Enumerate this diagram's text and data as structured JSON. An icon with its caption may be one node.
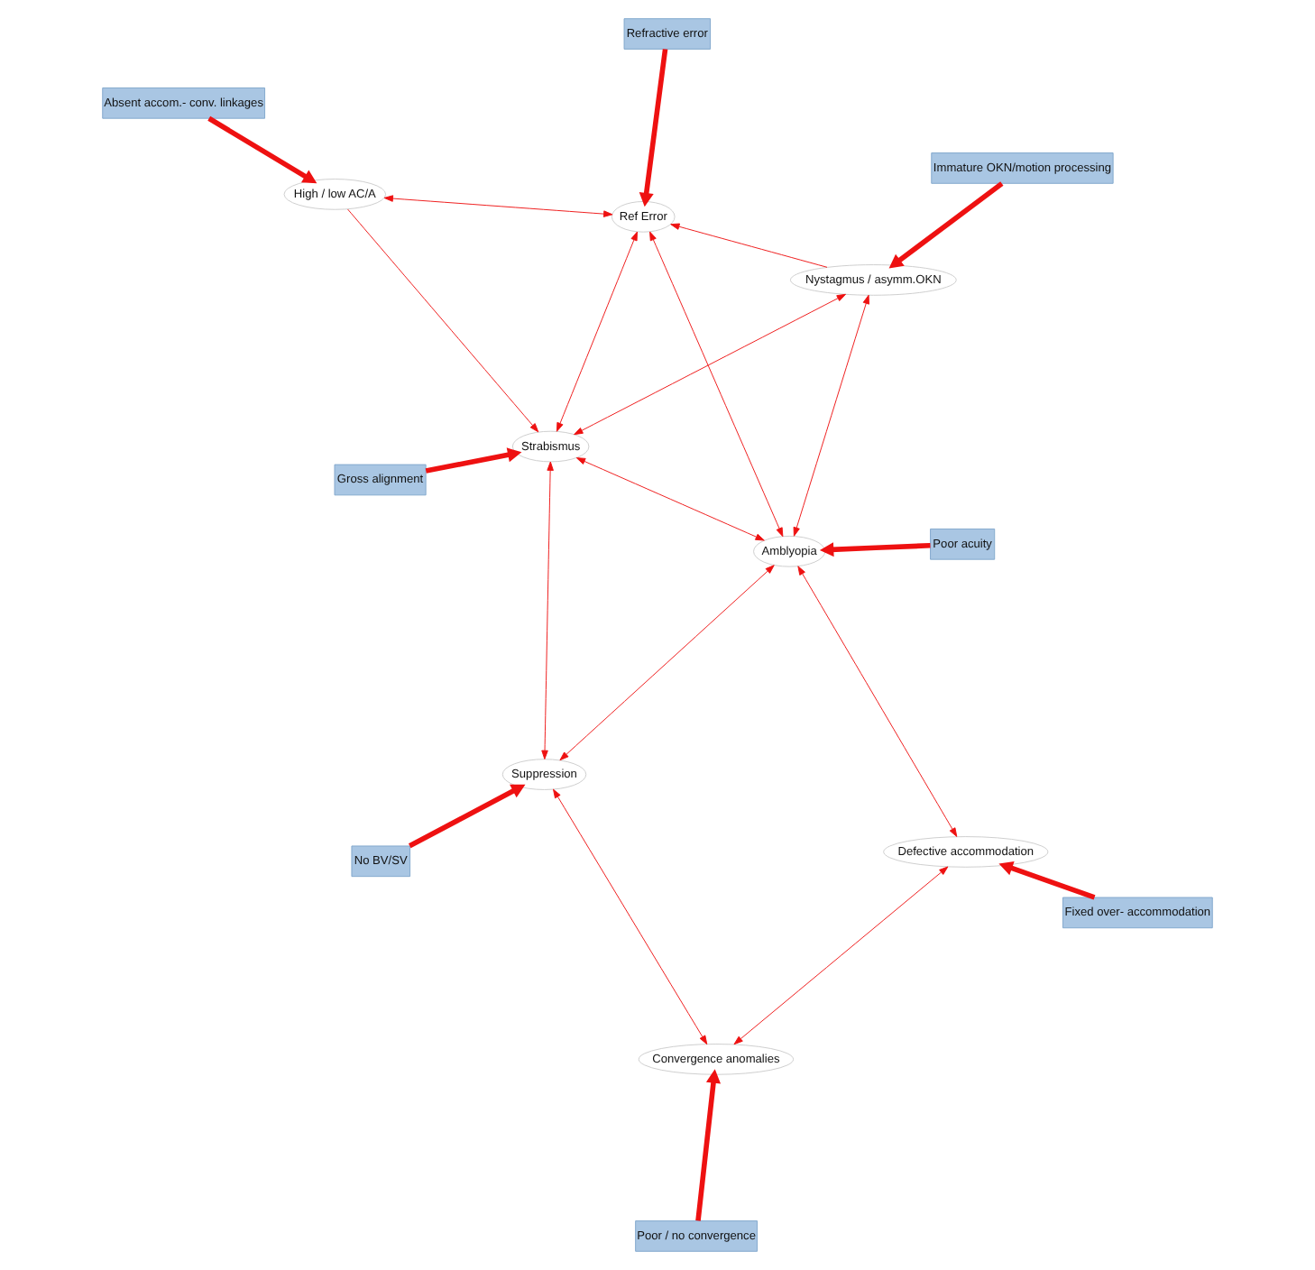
{
  "diagram": {
    "nodes": [
      {
        "text": [
          "Poor acuity"
        ]
      },
      {
        "text": [
          "Immature OKN/motion processing"
        ]
      },
      {
        "text": [
          "Gross alignment"
        ]
      },
      {
        "text": [
          "Amblyopia"
        ]
      },
      {
        "text": [
          "Nystagmus / asymm.OKN"
        ]
      },
      {
        "text": [
          "Strabismus"
        ]
      },
      {
        "text": [
          "No BV/SV"
        ]
      },
      {
        "text": [
          "Suppression"
        ]
      },
      {
        "text": [
          "Convergence anomalies"
        ]
      },
      {
        "text": [
          "Poor / no convergence"
        ]
      },
      {
        "text": [
          "Ref Error"
        ]
      },
      {
        "text": [
          "High / low AC/A"
        ]
      },
      {
        "text": [
          "Defective accommodation"
        ]
      },
      {
        "text": [
          "Refractive error"
        ]
      },
      {
        "text": [
          "Absent accom.- conv. linkages"
        ]
      },
      {
        "text": [
          "Fixed over- accommodation"
        ]
      }
    ],
    "edges": [
      {
        "from": 0,
        "to": 3,
        "arrow": "to",
        "style": "thick"
      },
      {
        "from": 1,
        "to": 4,
        "arrow": "to",
        "style": "thick"
      },
      {
        "from": 2,
        "to": 5,
        "arrow": "to",
        "style": "thick"
      },
      {
        "from": 6,
        "to": 7,
        "arrow": "to",
        "style": "thick"
      },
      {
        "from": 9,
        "to": 8,
        "arrow": "to",
        "style": "thick"
      },
      {
        "from": 13,
        "to": 10,
        "arrow": "to",
        "style": "thick"
      },
      {
        "from": 14,
        "to": 11,
        "arrow": "to",
        "style": "thick"
      },
      {
        "from": 15,
        "to": 12,
        "arrow": "to",
        "style": "thick"
      },
      {
        "from": 3,
        "to": 4,
        "arrow": "both"
      },
      {
        "from": 3,
        "to": 5,
        "arrow": "both"
      },
      {
        "from": 4,
        "to": 5,
        "arrow": "both"
      },
      {
        "from": 7,
        "to": 3,
        "arrow": "both"
      },
      {
        "from": 10,
        "to": 3,
        "arrow": "both"
      },
      {
        "from": 12,
        "to": 3,
        "arrow": "both"
      },
      {
        "from": 7,
        "to": 5,
        "arrow": "both"
      },
      {
        "from": 10,
        "to": 5,
        "arrow": "both"
      },
      {
        "from": 4,
        "to": 10,
        "arrow": "to"
      },
      {
        "from": 7,
        "to": 8,
        "arrow": "both"
      },
      {
        "from": 11,
        "to": 5,
        "arrow": "to"
      },
      {
        "from": 10,
        "to": 11,
        "arrow": "both"
      },
      {
        "from": 12,
        "to": 8,
        "arrow": "both"
      }
    ]
  }
}
